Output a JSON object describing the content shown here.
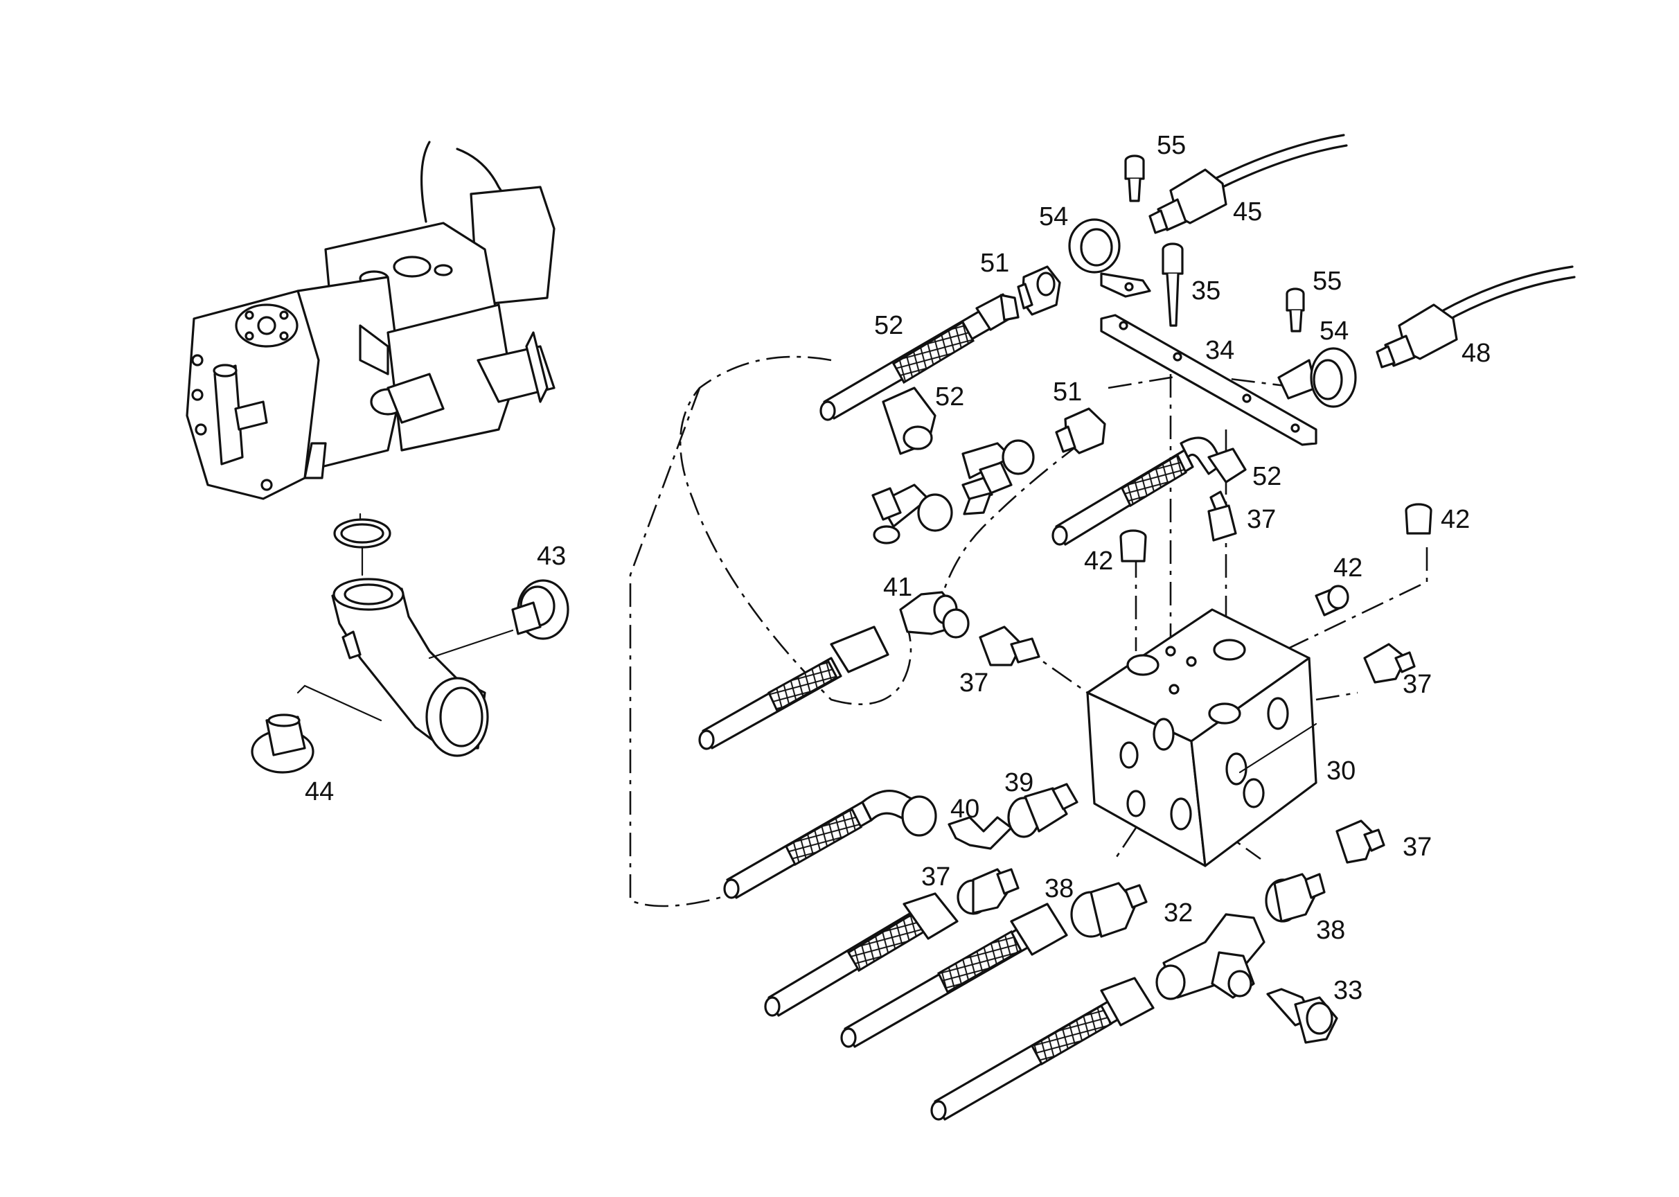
{
  "callouts": [
    {
      "id": "c55a",
      "text": "55"
    },
    {
      "id": "c45",
      "text": "45"
    },
    {
      "id": "c54a",
      "text": "54"
    },
    {
      "id": "c51a",
      "text": "51"
    },
    {
      "id": "c35",
      "text": "35"
    },
    {
      "id": "c55b",
      "text": "55"
    },
    {
      "id": "c52a",
      "text": "52"
    },
    {
      "id": "c34",
      "text": "34"
    },
    {
      "id": "c54b",
      "text": "54"
    },
    {
      "id": "c48",
      "text": "48"
    },
    {
      "id": "c52b",
      "text": "52"
    },
    {
      "id": "c51b",
      "text": "51"
    },
    {
      "id": "c52c",
      "text": "52"
    },
    {
      "id": "c37a",
      "text": "37"
    },
    {
      "id": "c42a",
      "text": "42"
    },
    {
      "id": "c42b",
      "text": "42"
    },
    {
      "id": "c43",
      "text": "43"
    },
    {
      "id": "c42c",
      "text": "42"
    },
    {
      "id": "c41",
      "text": "41"
    },
    {
      "id": "c37b",
      "text": "37"
    },
    {
      "id": "c37c",
      "text": "37"
    },
    {
      "id": "c44",
      "text": "44"
    },
    {
      "id": "c30",
      "text": "30"
    },
    {
      "id": "c39",
      "text": "39"
    },
    {
      "id": "c40",
      "text": "40"
    },
    {
      "id": "c37d",
      "text": "37"
    },
    {
      "id": "c37e",
      "text": "37"
    },
    {
      "id": "c38a",
      "text": "38"
    },
    {
      "id": "c32",
      "text": "32"
    },
    {
      "id": "c38b",
      "text": "38"
    },
    {
      "id": "c33",
      "text": "33"
    }
  ]
}
